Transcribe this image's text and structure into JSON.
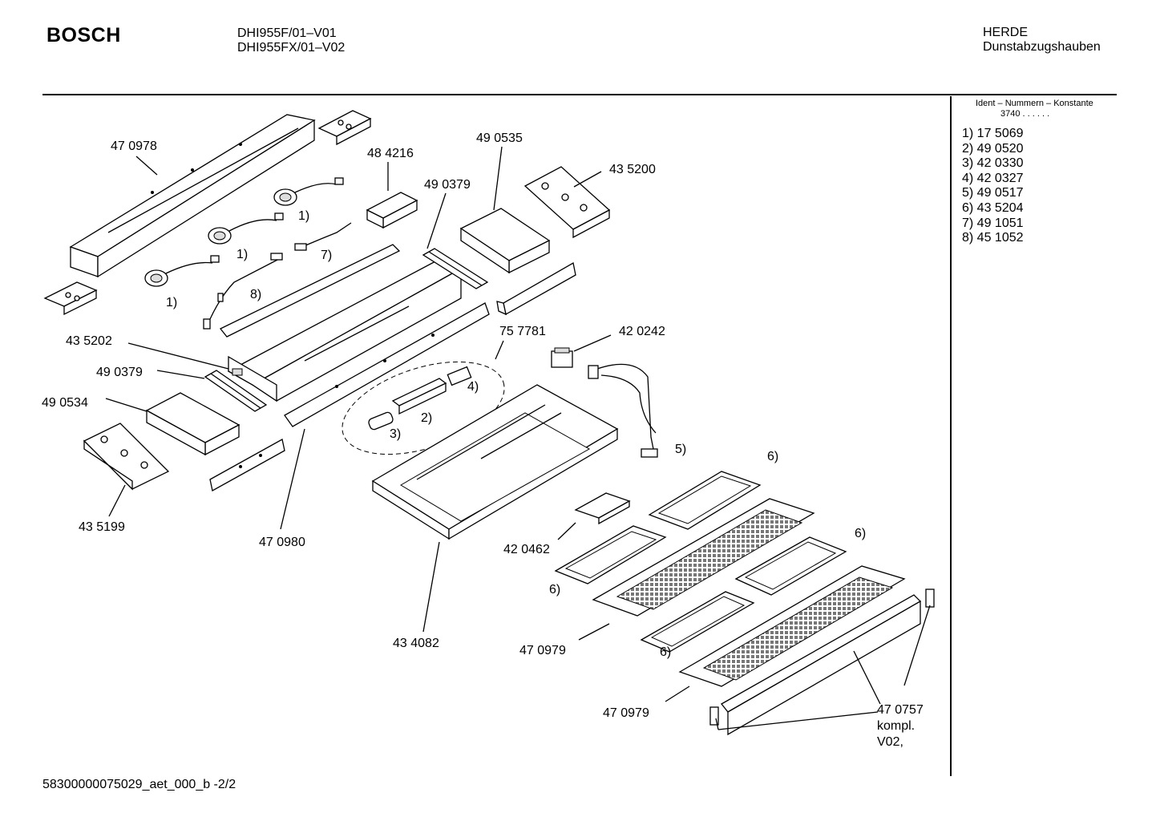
{
  "header": {
    "brand": "BOSCH",
    "models": [
      "DHI955F/01–V01",
      "DHI955FX/01–V02"
    ],
    "category": "HERDE",
    "subcategory": "Dunstabzugshauben"
  },
  "sidebar": {
    "heading": "Ident – Nummern – Konstante",
    "subheading": "3740  . .    . . . .",
    "items": [
      "1)  17 5069",
      "2)  49 0520",
      "3)  42 0330",
      "4)  42 0327",
      "5)  49 0517",
      "6)  43 5204",
      "7)  49 1051",
      "8)  45 1052"
    ]
  },
  "labels": {
    "p470978": "47 0978",
    "p484216": "48 4216",
    "p490535": "49 0535",
    "p490379a": "49 0379",
    "p435200": "43 5200",
    "p435202": "43 5202",
    "p490379b": "49 0379",
    "p490534": "49 0534",
    "p435199": "43 5199",
    "p470980": "47 0980",
    "p757781": "75 7781",
    "p420242": "42 0242",
    "p420462": "42 0462",
    "p434082": "43 4082",
    "p470979a": "47 0979",
    "p470979b": "47 0979",
    "p470757": "47 0757",
    "p470757b": "kompl.",
    "p470757c": "V02,",
    "r1a": "1)",
    "r1b": "1)",
    "r1c": "1)",
    "r7": "7)",
    "r8": "8)",
    "r4": "4)",
    "r2": "2)",
    "r3": "3)",
    "r5": "5)",
    "r6a": "6)",
    "r6b": "6)",
    "r6c": "6)",
    "r6d": "6)"
  },
  "footer": {
    "code": "58300000075029_aet_000_b  -2/2"
  }
}
